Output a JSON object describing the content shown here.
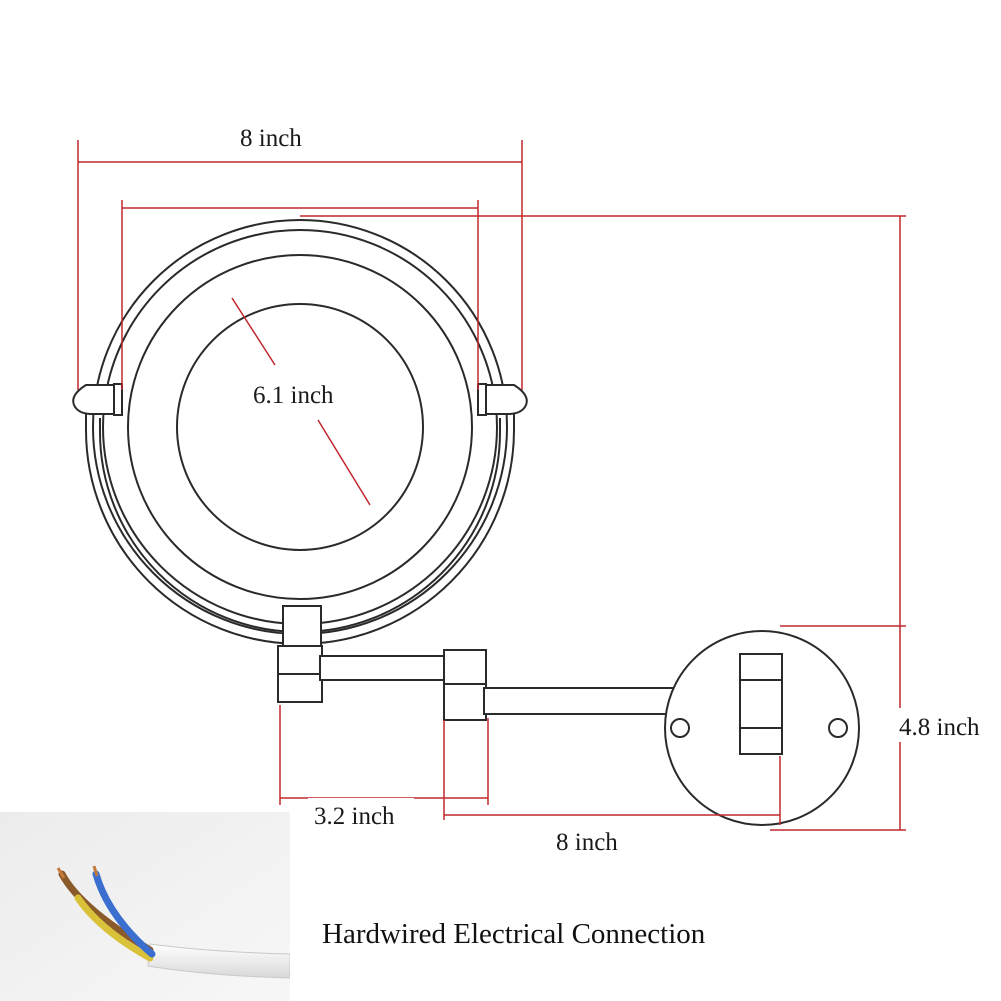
{
  "dimensions": {
    "outer_width": "8 inch",
    "mirror_diameter": "6.1 inch",
    "total_height": "4.8 inch",
    "arm_first_segment": "3.2 inch",
    "arm_second_segment": "8 inch"
  },
  "caption": "Hardwired Electrical Connection",
  "colors": {
    "dimension_line": "#c0282d",
    "outline": "#2a2a2a",
    "wire_blue": "#3a6fd0",
    "wire_brown": "#8a5a2b",
    "wire_yellow": "#d9c23a",
    "cable_sheath": "#f2f2f2"
  },
  "icons": [
    "wire-photo"
  ]
}
